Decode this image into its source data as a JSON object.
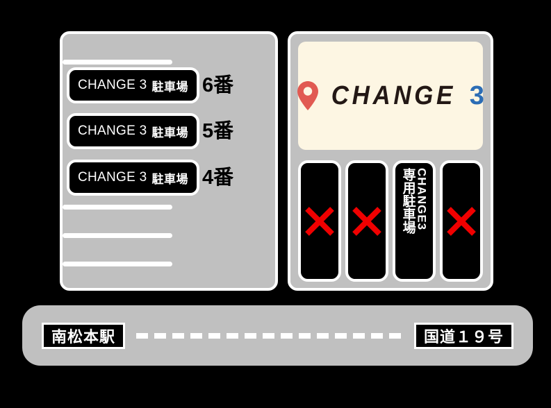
{
  "colors": {
    "background": "#000000",
    "panel_fill": "#c0c0c0",
    "panel_border": "#ffffff",
    "tag_fill": "#000000",
    "sign_fill": "#fdf6e3",
    "logo_dark": "#231815",
    "logo_blue": "#2c6db5",
    "pin_red": "#e15a52",
    "x_red": "#f00000"
  },
  "left_panel": {
    "name": "parking-lot-list-panel",
    "lots": [
      {
        "tag_latin": "CHANGE 3",
        "tag_jp": "駐車場",
        "number": "6番"
      },
      {
        "tag_latin": "CHANGE 3",
        "tag_jp": "駐車場",
        "number": "5番"
      },
      {
        "tag_latin": "CHANGE 3",
        "tag_jp": "駐車場",
        "number": "4番"
      }
    ],
    "divider_count": 4
  },
  "right_panel": {
    "name": "parking-lot-detail-panel",
    "sign": {
      "pin_icon": "map-pin-icon",
      "wordmark": "CHANGE",
      "suffix": "3"
    },
    "slots": [
      {
        "type": "x",
        "mark": "x-mark-icon"
      },
      {
        "type": "x",
        "mark": "x-mark-icon"
      },
      {
        "type": "reserved",
        "latin": "CHANGE3",
        "jp": "専用駐車場"
      },
      {
        "type": "x",
        "mark": "x-mark-icon"
      }
    ]
  },
  "road_bar": {
    "name": "road-location-bar",
    "left_label": "南松本駅",
    "right_label": "国道１９号",
    "connector": "dashed-line"
  }
}
